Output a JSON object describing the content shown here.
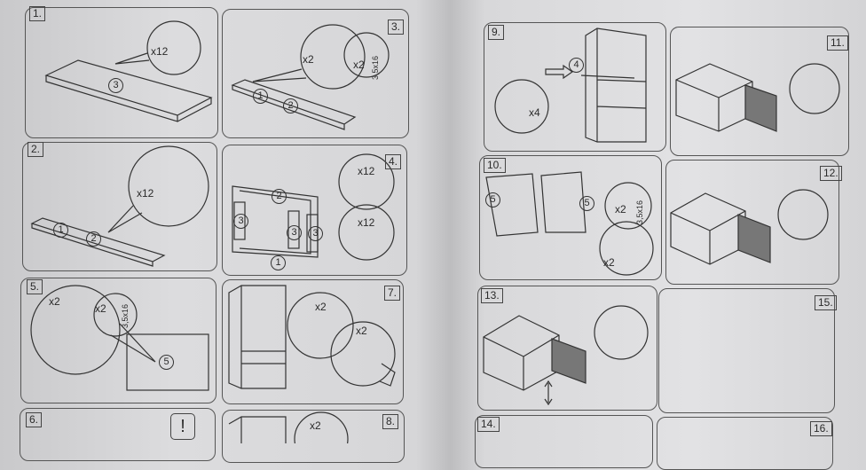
{
  "left_page": {
    "panels": {
      "p1": {
        "number": "1.",
        "labels": [
          "x12",
          "3"
        ]
      },
      "p3": {
        "number": "3.",
        "labels": [
          "x2",
          "x2",
          "3,5x16",
          "1",
          "2"
        ]
      },
      "p2": {
        "number": "2.",
        "labels": [
          "x12",
          "1",
          "2"
        ]
      },
      "p4": {
        "number": "4.",
        "labels": [
          "x12",
          "x12",
          "2",
          "3",
          "3",
          "3",
          "1"
        ]
      },
      "p5": {
        "number": "5.",
        "labels": [
          "x2",
          "x2",
          "3,5x16",
          "5"
        ]
      },
      "p7": {
        "number": "7.",
        "labels": [
          "x2",
          "x2"
        ]
      },
      "p6": {
        "number": "6.",
        "warning": "!"
      },
      "p8": {
        "number": "8.",
        "labels": [
          "x2"
        ]
      }
    }
  },
  "right_page": {
    "panels": {
      "p9": {
        "number": "9.",
        "labels": [
          "4",
          "x4"
        ]
      },
      "p11": {
        "number": "11."
      },
      "p10": {
        "number": "10.",
        "labels": [
          "5",
          "5",
          "x2",
          "3,5x16",
          "x2"
        ]
      },
      "p12": {
        "number": "12."
      },
      "p13": {
        "number": "13."
      },
      "p15": {
        "number": "15."
      },
      "p14": {
        "number": "14."
      },
      "p16": {
        "number": "16."
      }
    }
  }
}
